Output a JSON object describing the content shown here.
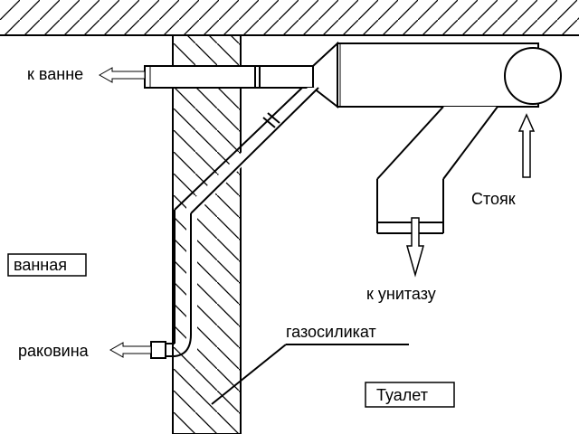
{
  "labels": {
    "to_bath": "к ванне",
    "riser": "Стояк",
    "bathroom": "ванная",
    "to_toilet": "к унитазу",
    "gas_silicate": "газосиликат",
    "sink": "раковина",
    "toilet_room": "Туалет"
  },
  "colors": {
    "line": "#000000",
    "background": "#ffffff"
  }
}
